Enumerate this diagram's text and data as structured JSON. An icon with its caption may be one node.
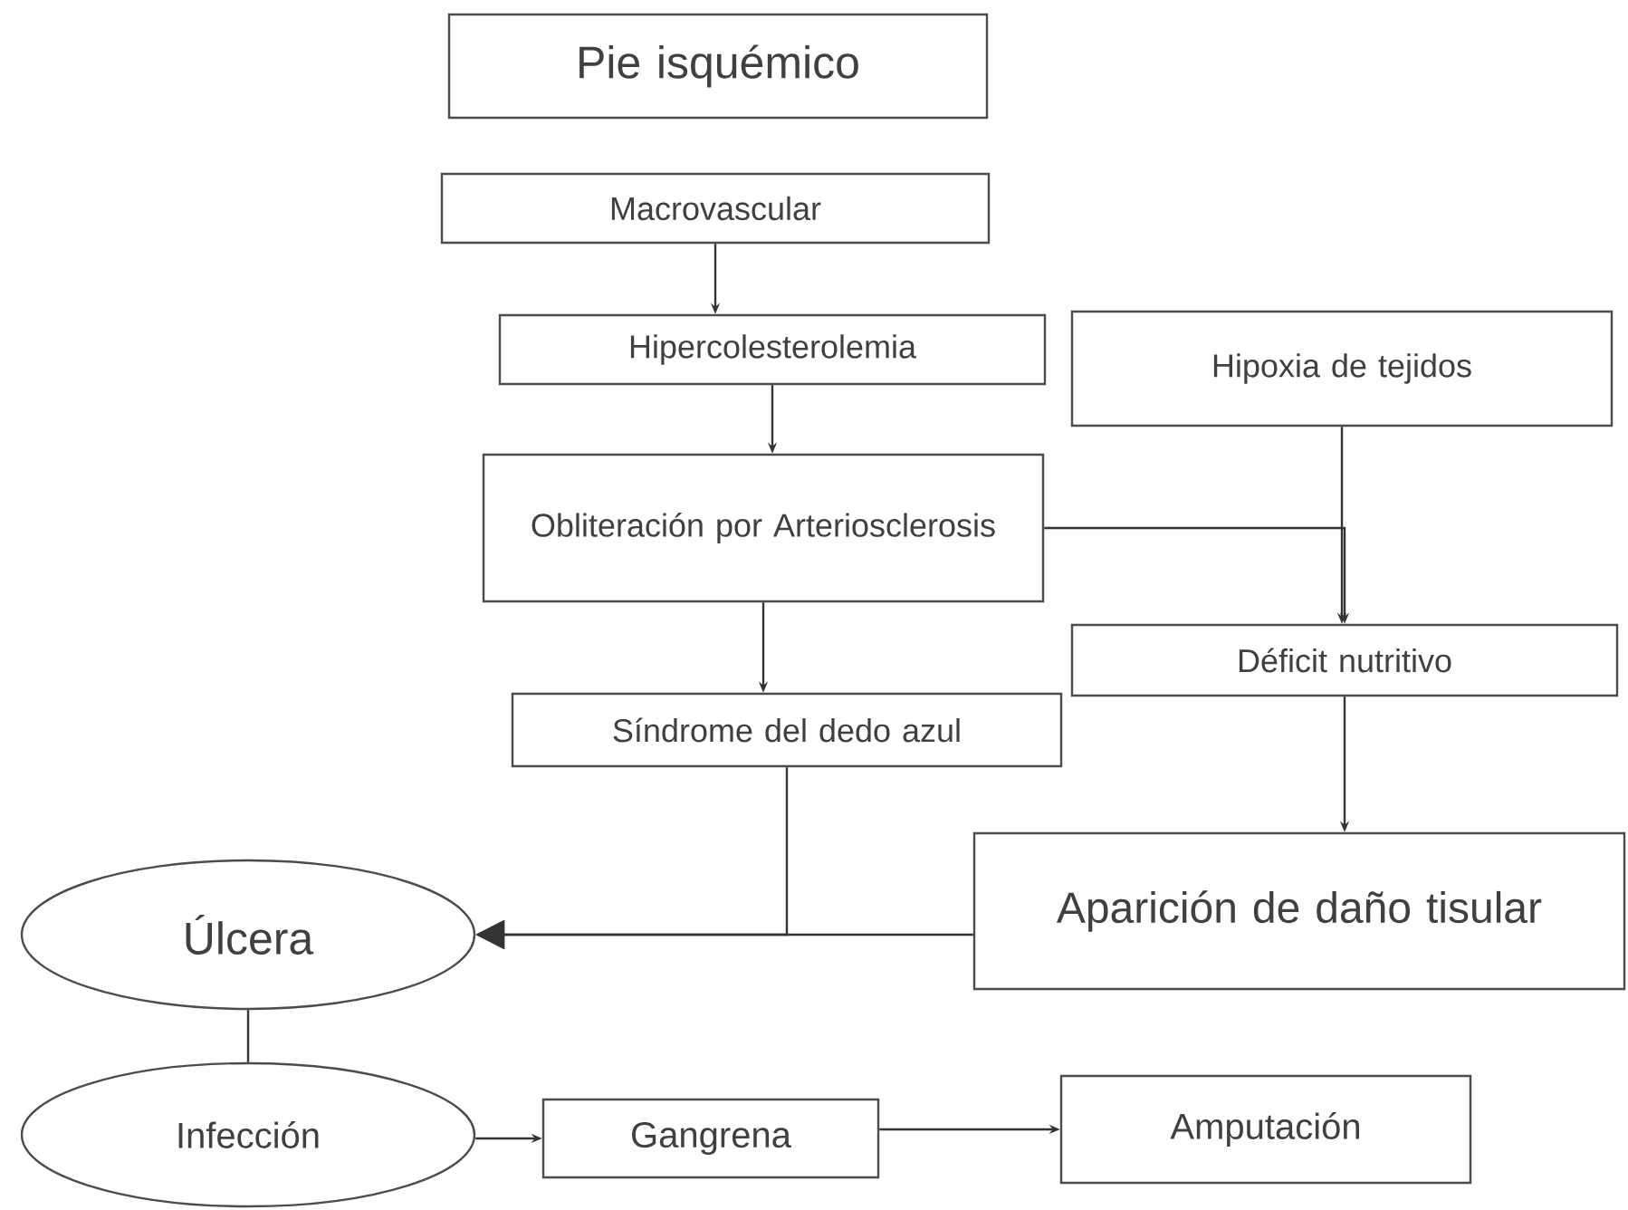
{
  "diagram": {
    "nodes": [
      {
        "text": [
          "Pie isquémico"
        ]
      },
      {
        "text": [
          "Macrovascular"
        ]
      },
      {
        "text": [
          "Hipercolesterolemia"
        ]
      },
      {
        "text": [
          "Obliteración por Arteriosclerosis"
        ]
      },
      {
        "text": [
          "Síndrome del dedo azul"
        ]
      },
      {
        "text": [
          "Hipoxia de tejidos"
        ]
      },
      {
        "text": [
          "Déficit nutritivo"
        ]
      },
      {
        "text": [
          "Aparición de daño tisular"
        ]
      },
      {
        "text": [
          "Úlcera"
        ]
      },
      {
        "text": [
          "Infección"
        ]
      },
      {
        "text": [
          "Gangrena"
        ]
      },
      {
        "text": [
          "Amputación"
        ]
      }
    ],
    "edges": [
      {
        "from": 1,
        "to": 2,
        "arrow": "to"
      },
      {
        "from": 2,
        "to": 3,
        "arrow": "to"
      },
      {
        "from": 3,
        "to": 4,
        "arrow": "to"
      },
      {
        "from": 3,
        "to": 6,
        "arrow": "to"
      },
      {
        "from": 5,
        "to": 6,
        "arrow": "to"
      },
      {
        "from": 6,
        "to": 7,
        "arrow": "to"
      },
      {
        "from": 4,
        "to": 8,
        "arrow": "to"
      },
      {
        "from": 7,
        "to": 8,
        "arrow": "to"
      },
      {
        "from": 8,
        "to": 9,
        "arrow": "none"
      },
      {
        "from": 9,
        "to": 10,
        "arrow": "to"
      },
      {
        "from": 10,
        "to": 11,
        "arrow": "to"
      }
    ]
  }
}
